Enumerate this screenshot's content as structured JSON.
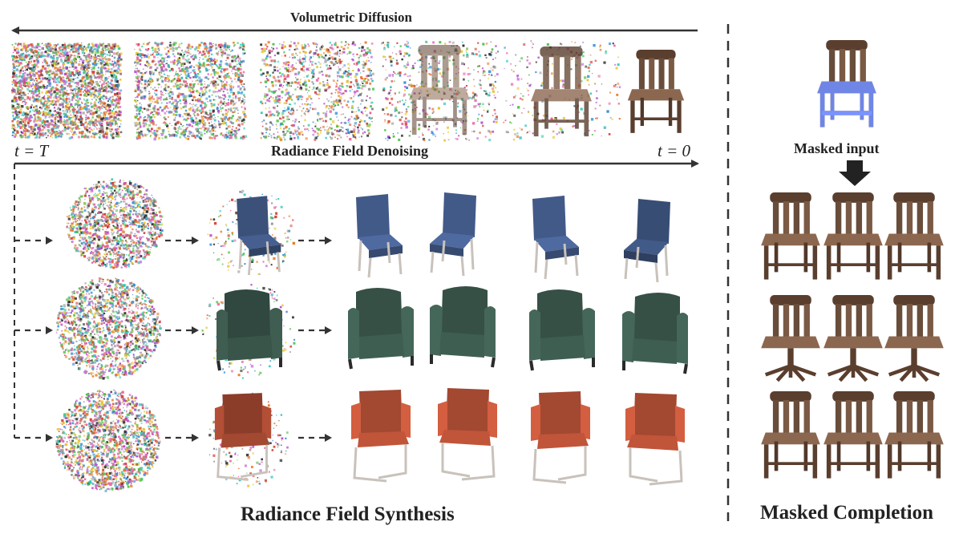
{
  "labels": {
    "top_arrow": "Volumetric Diffusion",
    "mid_arrow": "Radiance Field Denoising",
    "t_start": "t = T",
    "t_end": "t = 0",
    "masked_input": "Masked input",
    "left_caption": "Radiance Field Synthesis",
    "right_caption": "Masked Completion"
  },
  "colors": {
    "wood": "#7a5a45",
    "wood_dark": "#5a3e2e",
    "mask_blue": "#6f86e6",
    "chair_blue": "#4e6aa0",
    "chair_green": "#3f5e52",
    "chair_orange": "#c0553a",
    "metal": "#c9c2bb"
  }
}
